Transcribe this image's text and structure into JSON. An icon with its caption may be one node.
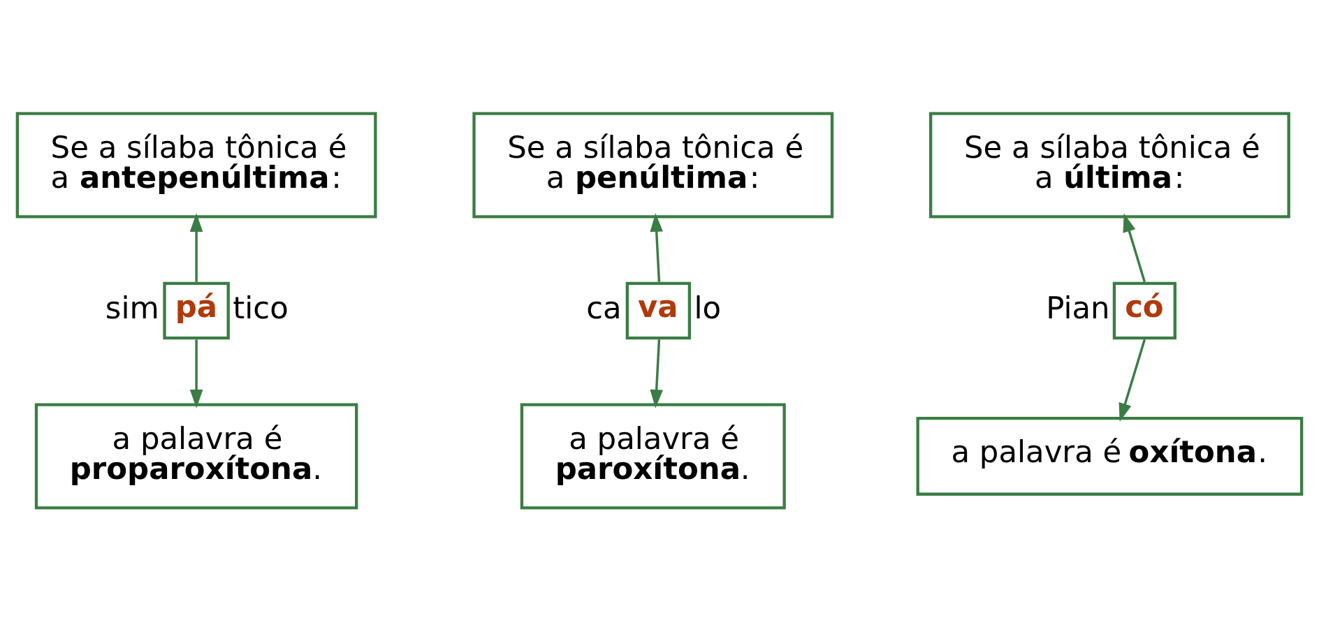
{
  "diagram": {
    "nodes": [
      {
        "text": [
          "Se a sílaba tônica é a **antepenúltima**:"
        ]
      },
      {
        "text": [
          "Se a sílaba tônica é a **penúltima**:"
        ]
      },
      {
        "text": [
          "Se a sílaba tônica é a **última**:"
        ]
      },
      {
        "text": [
          "pá"
        ],
        "beside": [
          "sim",
          "tico"
        ]
      },
      {
        "text": [
          "va"
        ],
        "beside": [
          "ca",
          "lo"
        ]
      },
      {
        "text": [
          "có"
        ],
        "beside": [
          "Pian"
        ]
      },
      {
        "text": [
          "a palavra é **proparoxítona**."
        ]
      },
      {
        "text": [
          "a palavra é **paroxítona**."
        ]
      },
      {
        "text": [
          "a palavra é **oxítona**."
        ]
      }
    ],
    "edges": [
      {
        "from": 3,
        "to": 0,
        "arrow": "to"
      },
      {
        "from": 3,
        "to": 6,
        "arrow": "to"
      },
      {
        "from": 4,
        "to": 1,
        "arrow": "to"
      },
      {
        "from": 4,
        "to": 7,
        "arrow": "to"
      },
      {
        "from": 5,
        "to": 2,
        "arrow": "to"
      },
      {
        "from": 5,
        "to": 8,
        "arrow": "to"
      }
    ]
  }
}
